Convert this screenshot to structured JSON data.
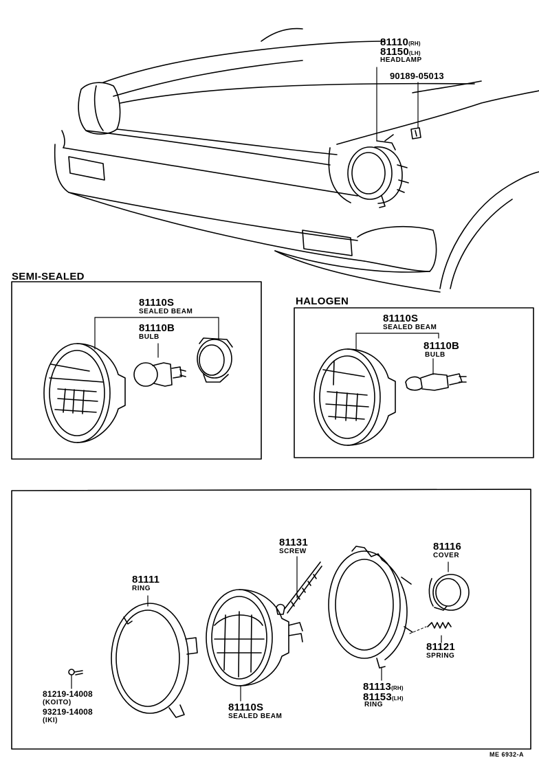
{
  "top": {
    "headlamp_rh": "81110",
    "rh_suffix": "(RH)",
    "headlamp_lh": "81150",
    "lh_suffix": "(LH)",
    "headlamp_label": "HEADLAMP",
    "nut_part": "90189-05013"
  },
  "semi_sealed": {
    "title": "SEMI-SEALED",
    "beam_part": "81110S",
    "beam_label": "SEALED BEAM",
    "bulb_part": "81110B",
    "bulb_label": "BULB"
  },
  "halogen": {
    "title": "HALOGEN",
    "beam_part": "81110S",
    "beam_label": "SEALED BEAM",
    "bulb_part": "81110B",
    "bulb_label": "BULB"
  },
  "exploded": {
    "screw_part": "81131",
    "screw_label": "SCREW",
    "cover_part": "81116",
    "cover_label": "COVER",
    "ring_part": "81111",
    "ring_label": "RING",
    "spring_part": "81121",
    "spring_label": "SPRING",
    "mount_ring_rh": "81113",
    "mount_rh_suffix": "(RH)",
    "mount_ring_lh": "81153",
    "mount_lh_suffix": "(LH)",
    "mount_ring_label": "RING",
    "beam_part": "81110S",
    "beam_label": "SEALED BEAM",
    "screw_koito": "81219-14008",
    "koito_label": "(KOITO)",
    "screw_iki": "93219-14008",
    "iki_label": "(IKI)"
  },
  "footer": {
    "code": "ME 6932-A"
  }
}
